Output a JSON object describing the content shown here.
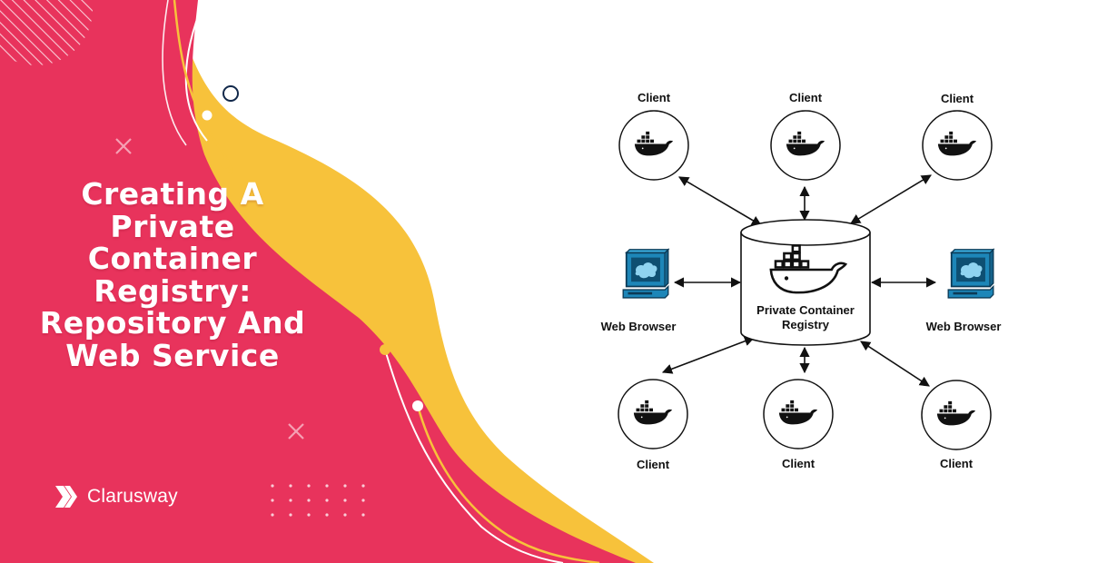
{
  "banner": {
    "title_lines": [
      "Creating A",
      "Private",
      "Container",
      "Registry:",
      "Repository And",
      "Web Service"
    ],
    "brand": "Clarusway",
    "colors": {
      "primary": "#e8335c",
      "accent": "#f7c23b",
      "dark": "#11284a",
      "white": "#ffffff"
    }
  },
  "diagram": {
    "registry_label_line1": "Private Container",
    "registry_label_line2": "Registry",
    "clients_top": [
      "Client",
      "Client",
      "Client"
    ],
    "clients_bottom": [
      "Client",
      "Client",
      "Client"
    ],
    "browsers": [
      "Web Browser",
      "Web Browser"
    ],
    "icons": {
      "client": "docker-whale-icon",
      "browser": "computer-monitor-icon",
      "registry": "database-cylinder-icon"
    }
  }
}
